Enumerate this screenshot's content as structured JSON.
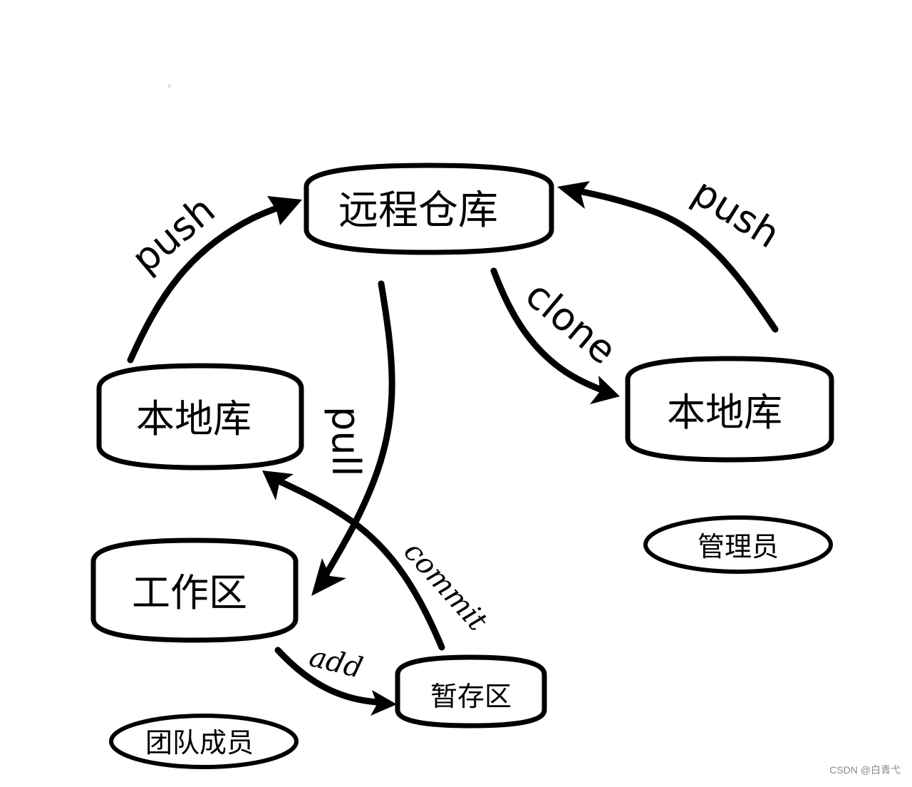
{
  "nodes": {
    "remote_repo": "远程仓库",
    "local_repo_left": "本地库",
    "local_repo_right": "本地库",
    "workspace": "工作区",
    "staging_area": "暂存区",
    "legend_admin": "管理员",
    "legend_team": "团队成员"
  },
  "edges": {
    "push_left": "push",
    "push_right": "push",
    "pull": "pull",
    "clone": "clone",
    "commit": "commit",
    "add": "add"
  },
  "stray_mark": "。",
  "watermark": "CSDN @白青弋"
}
